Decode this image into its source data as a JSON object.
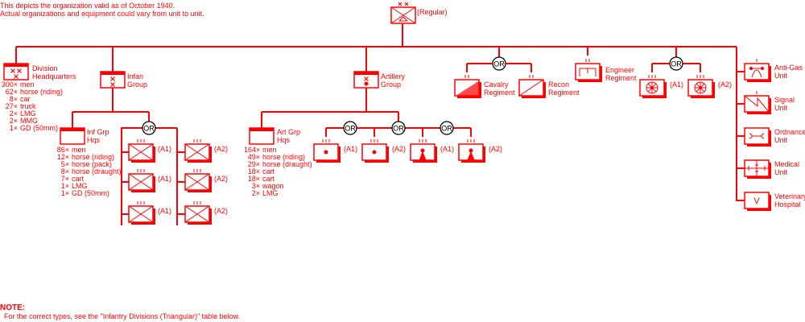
{
  "header": {
    "line1": "This depicts the organization valid as of October 1940.",
    "line2": "Actual organizations and equipment could vary from unit to unit."
  },
  "division": {
    "label": "(Regular)"
  },
  "or_label": "OR",
  "units": {
    "div_hq": {
      "name1": "Division",
      "name2": "Headquarters",
      "stats": [
        [
          "300×",
          "men"
        ],
        [
          "62×",
          "horse (riding)"
        ],
        [
          "8×",
          "car"
        ],
        [
          "27×",
          "truck"
        ],
        [
          "2×",
          "LMG"
        ],
        [
          "2×",
          "MMG"
        ],
        [
          "1×",
          "GD (50mm)"
        ]
      ]
    },
    "inf_group": {
      "name1": "Infan",
      "name2": "Group"
    },
    "inf_hq": {
      "name1": "Inf Grp",
      "name2": "Hqs",
      "stats": [
        [
          "86×",
          "men"
        ],
        [
          "12×",
          "horse (riding)"
        ],
        [
          "5×",
          "horse (pack)"
        ],
        [
          "8×",
          "horse (draught)"
        ],
        [
          "7×",
          "cart"
        ],
        [
          "1×",
          "LMG"
        ],
        [
          "1×",
          "GD (50mm)"
        ]
      ]
    },
    "art_group": {
      "name1": "Artillery",
      "name2": "Group"
    },
    "art_hq": {
      "name1": "Art Grp",
      "name2": "Hqs",
      "stats": [
        [
          "164×",
          "men"
        ],
        [
          "49×",
          "horse (riding)"
        ],
        [
          "29×",
          "horse (draught)"
        ],
        [
          "18×",
          "cart"
        ],
        [
          "18×",
          "cart"
        ],
        [
          "3×",
          "wagon"
        ],
        [
          "2×",
          "LMG"
        ]
      ]
    },
    "cavalry": {
      "name1": "Cavalry",
      "name2": "Regiment"
    },
    "recon": {
      "name1": "Recon",
      "name2": "Regiment"
    },
    "engineer": {
      "name1": "Engineer",
      "name2": "Regiment"
    },
    "antigas": {
      "name1": "Anti-Gas",
      "name2": "Unit"
    },
    "signal": {
      "name1": "Signal",
      "name2": "Unit"
    },
    "ordnance": {
      "name1": "Ordnance",
      "name2": "Unit"
    },
    "medical": {
      "name1": "Medical",
      "name2": "Unit"
    },
    "veterinary": {
      "name1": "Veterinary",
      "name2": "Hospital",
      "symbol": "V"
    }
  },
  "variants": {
    "a1": "(A1)",
    "a2": "(A2)"
  },
  "note": {
    "title": "NOTE:",
    "text": "For the correct types, see the \"Infantry Divisions (Triangular)\" table below."
  },
  "colors": {
    "accent": "#ff0000",
    "background": "#ffffff"
  }
}
